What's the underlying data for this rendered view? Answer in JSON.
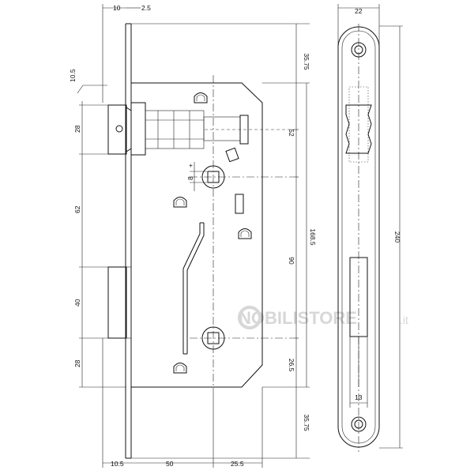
{
  "watermark": {
    "brand": "NOBILISTORE",
    "suffix": ".it"
  },
  "dimensions": {
    "top_10": "10",
    "top_2_5": "2.5",
    "top_10_5": "10.5",
    "left_28_top": "28",
    "left_62": "62",
    "left_40": "40",
    "left_28_bottom": "28",
    "right_35_75_top": "35.75",
    "right_52": "52",
    "right_90": "90",
    "right_26_5": "26.5",
    "right_168_5": "168.5",
    "right_35_75_bottom": "35.75",
    "bottom_10_5": "10.5",
    "bottom_50": "50",
    "bottom_25_5": "25.5",
    "small_8": "8",
    "plate_22": "22",
    "plate_240": "240",
    "plate_13": "13"
  }
}
